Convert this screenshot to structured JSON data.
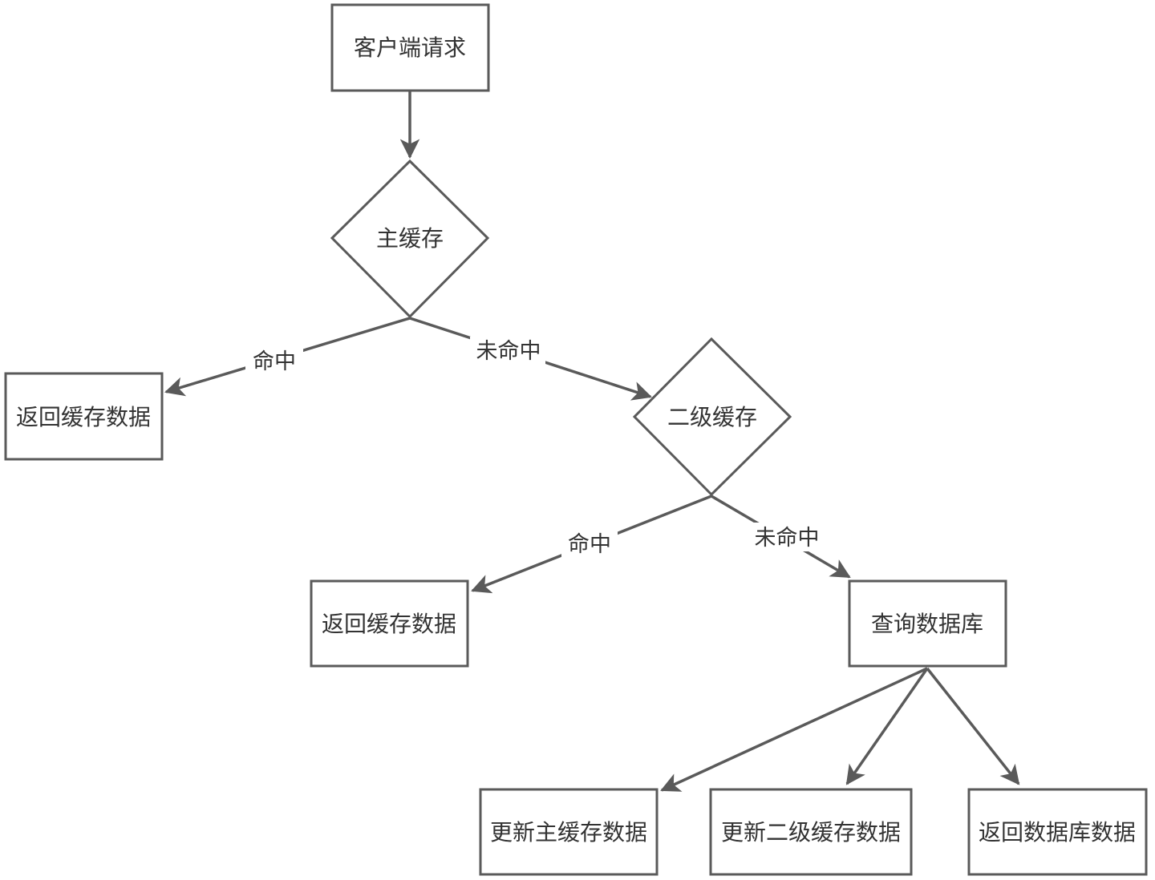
{
  "colors": {
    "stroke": "#5a5a5a",
    "text": "#333333",
    "background": "#ffffff"
  },
  "nodes": {
    "client_request": "客户端请求",
    "main_cache": "主缓存",
    "return_cache_1": "返回缓存数据",
    "second_cache": "二级缓存",
    "return_cache_2": "返回缓存数据",
    "query_db": "查询数据库",
    "update_main_cache": "更新主缓存数据",
    "update_second_cache": "更新二级缓存数据",
    "return_db_data": "返回数据库数据"
  },
  "edge_labels": {
    "main_hit": "命中",
    "main_miss": "未命中",
    "second_hit": "命中",
    "second_miss": "未命中"
  }
}
